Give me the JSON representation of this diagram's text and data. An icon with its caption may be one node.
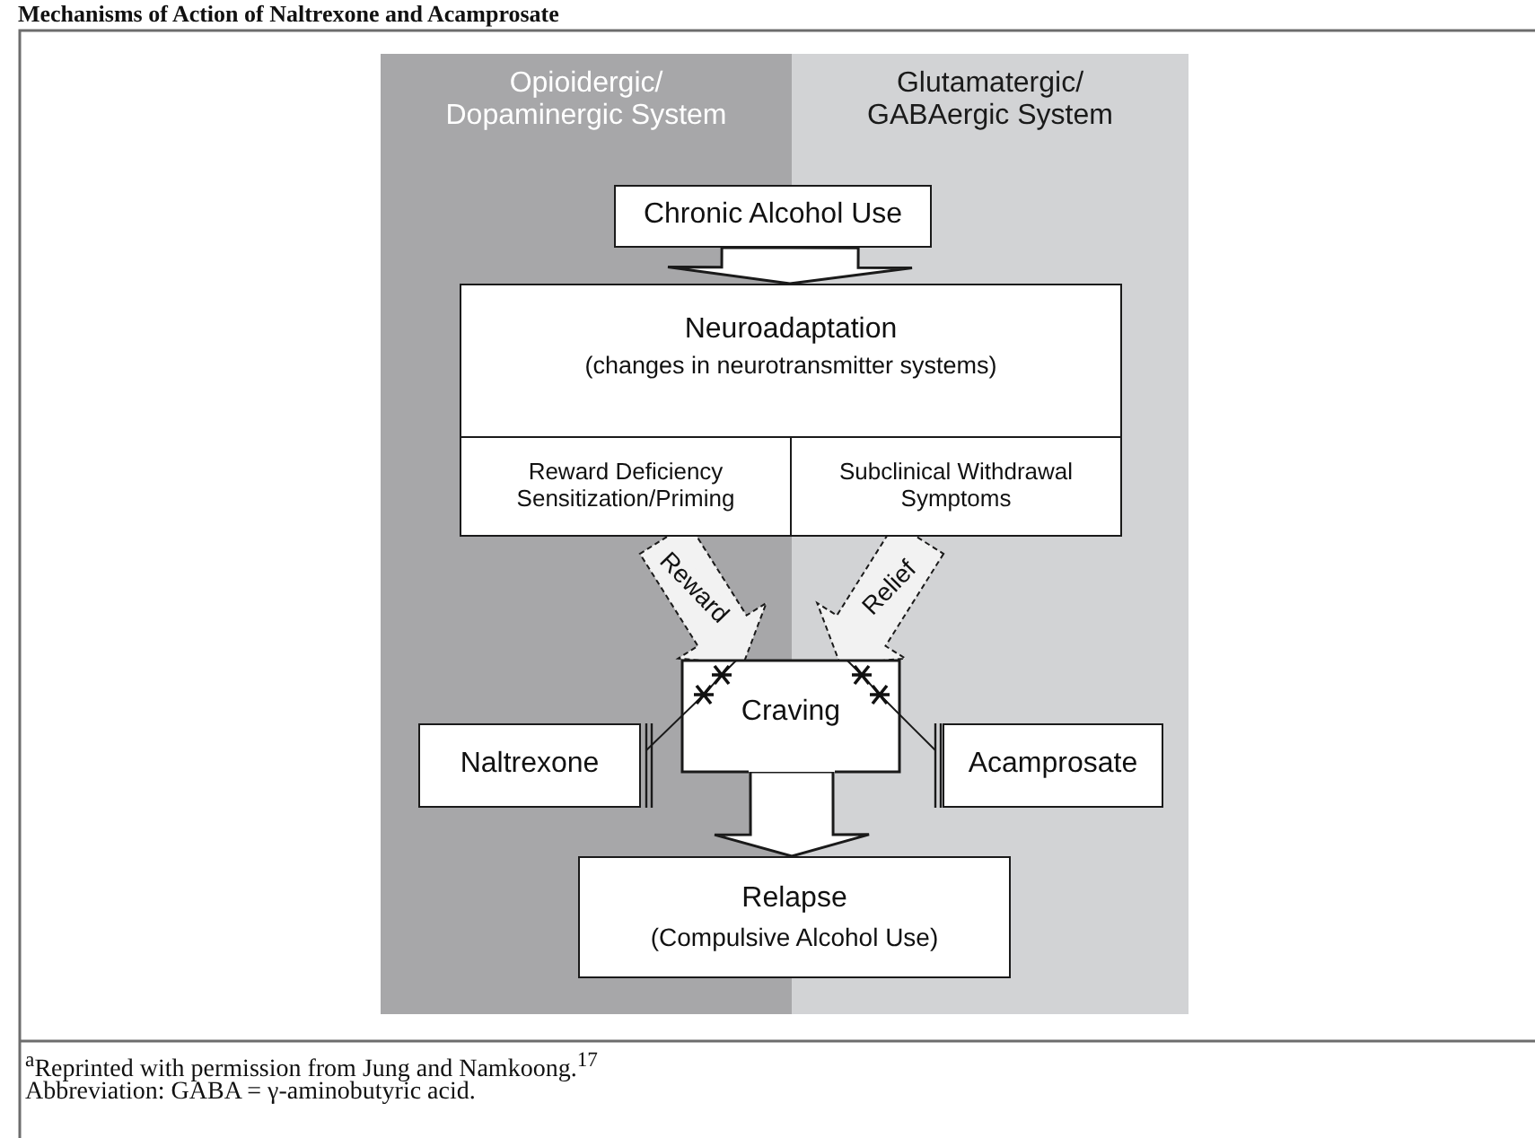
{
  "diagram": {
    "title": "Mechanisms of Action of Naltrexone and Acamprosate",
    "nodes": [
      {
        "text": [
          "Opioidergic/ Dopaminergic System"
        ]
      },
      {
        "text": [
          "Glutamatergic/ GABAergic System"
        ]
      },
      {
        "text": [
          "Chronic Alcohol Use"
        ]
      },
      {
        "text": [
          "Neuroadaptation",
          "(changes in neurotransmitter systems)"
        ]
      },
      {
        "text": [
          "Reward Deficiency Sensitization/Priming"
        ],
        "in": 0
      },
      {
        "text": [
          "Subclinical Withdrawal Symptoms"
        ],
        "in": 1
      },
      {
        "text": [
          "Craving"
        ]
      },
      {
        "text": [
          "Naltrexone"
        ],
        "in": 0
      },
      {
        "text": [
          "Acamprosate"
        ],
        "in": 1
      },
      {
        "text": [
          "Relapse",
          "(Compulsive Alcohol Use)"
        ]
      }
    ],
    "edges": [
      {
        "from": 2,
        "to": 3,
        "arrow": "to"
      },
      {
        "from": 4,
        "to": 6,
        "arrow": "to",
        "label": "Reward",
        "style": "dashed"
      },
      {
        "from": 5,
        "to": 6,
        "arrow": "to",
        "label": "Relief",
        "style": "dashed"
      },
      {
        "from": 6,
        "to": 9,
        "arrow": "to"
      },
      {
        "from": 7,
        "to": 6,
        "arrow": "other"
      },
      {
        "from": 8,
        "to": 6,
        "arrow": "other"
      }
    ],
    "labels": [
      "$^{a}$Reprinted with permission from Jung and Namkoong.$^{17}$",
      "Abbreviation: GABA = γ-aminobutyric acid."
    ]
  }
}
